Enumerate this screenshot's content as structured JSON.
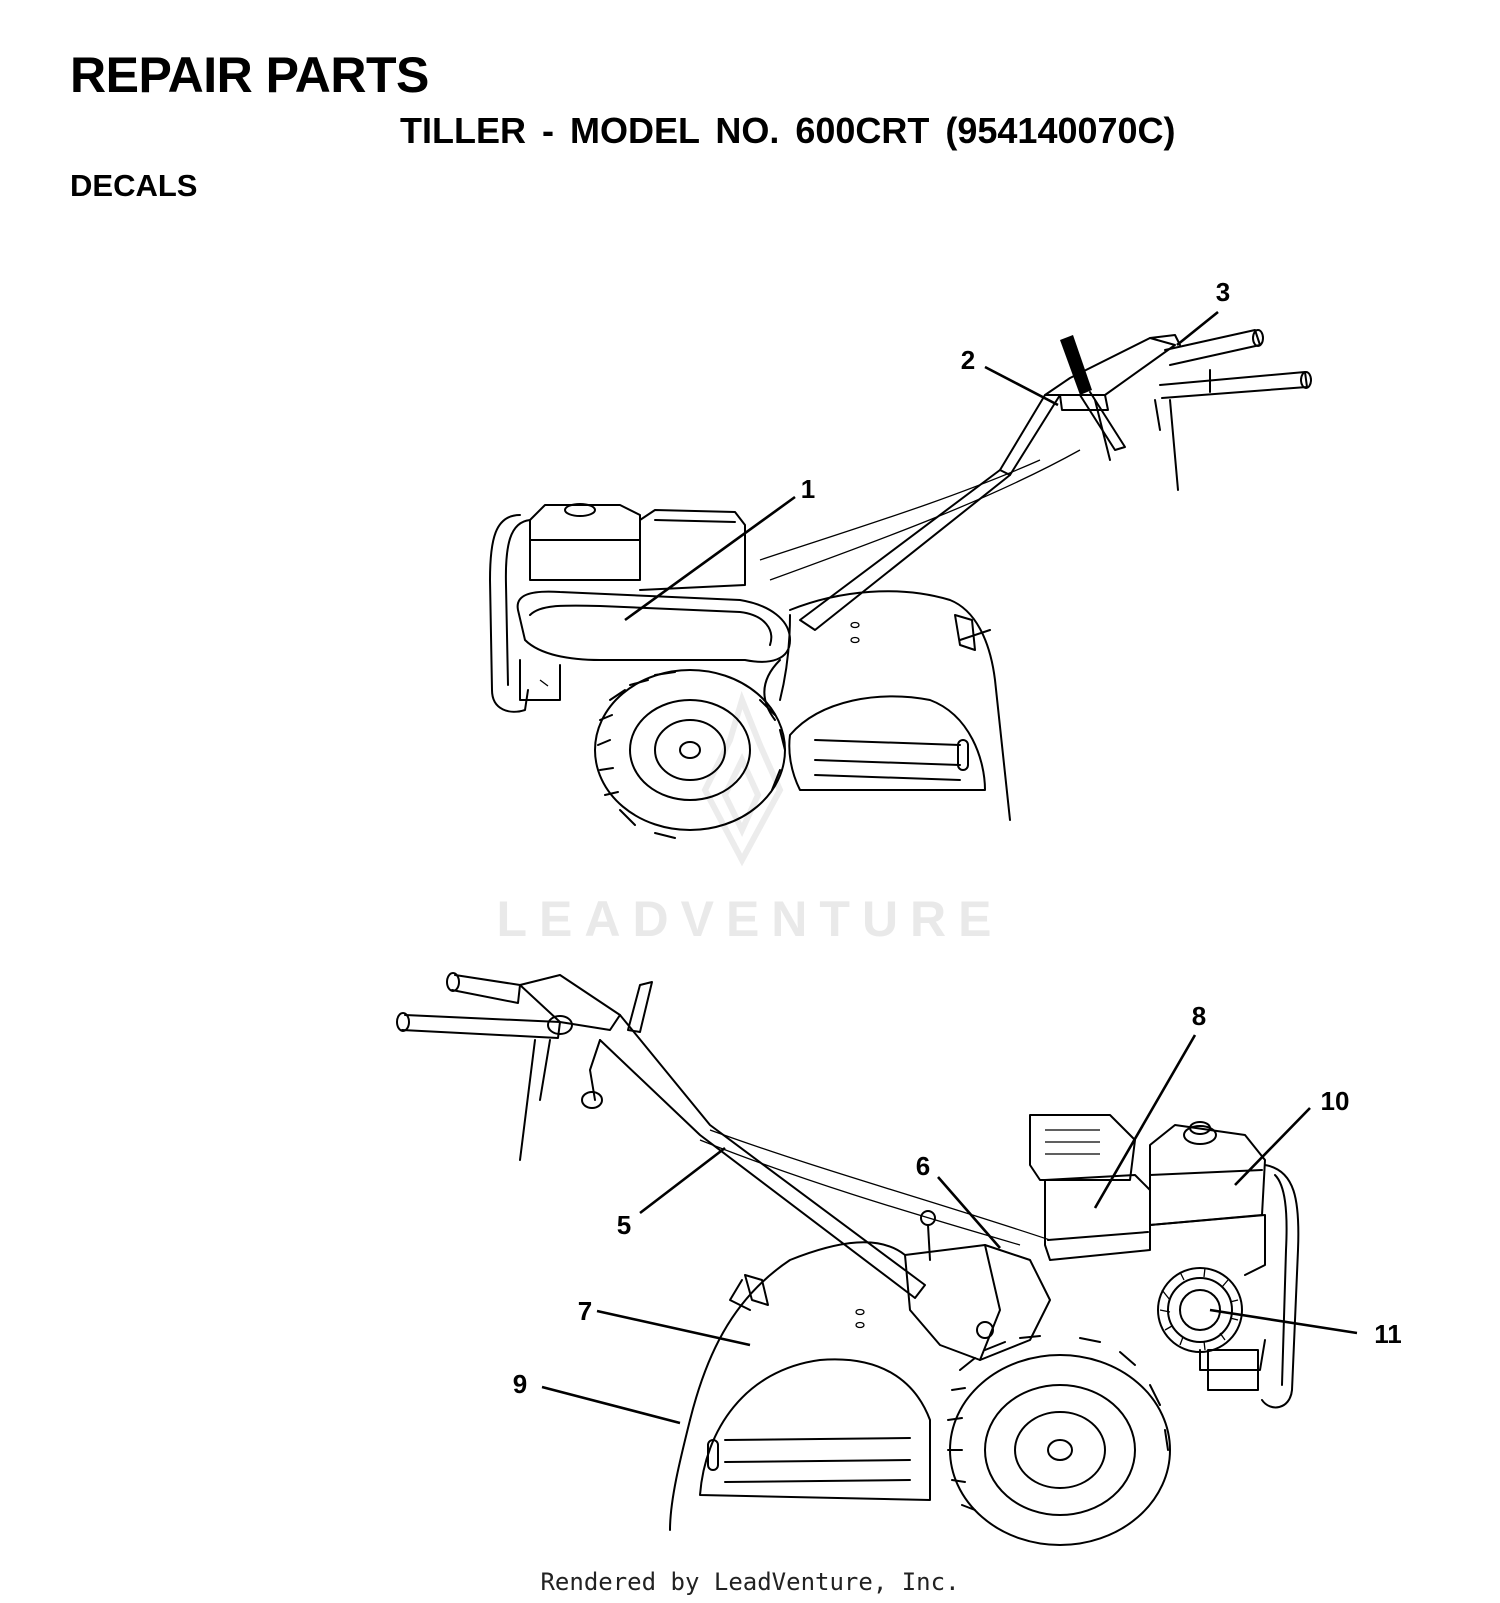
{
  "header": {
    "title": "REPAIR PARTS",
    "model_line": "TILLER - MODEL NO. 600CRT (954140070C)",
    "section": "DECALS"
  },
  "watermark": {
    "text": "LEADVENTURE",
    "logo_icon": "leadventure-flame-logo-icon"
  },
  "callouts": {
    "c1": "1",
    "c2": "2",
    "c3": "3",
    "c5": "5",
    "c6": "6",
    "c7": "7",
    "c8": "8",
    "c9": "9",
    "c10": "10",
    "c11": "11"
  },
  "footer": {
    "credit": "Rendered by LeadVenture, Inc."
  }
}
